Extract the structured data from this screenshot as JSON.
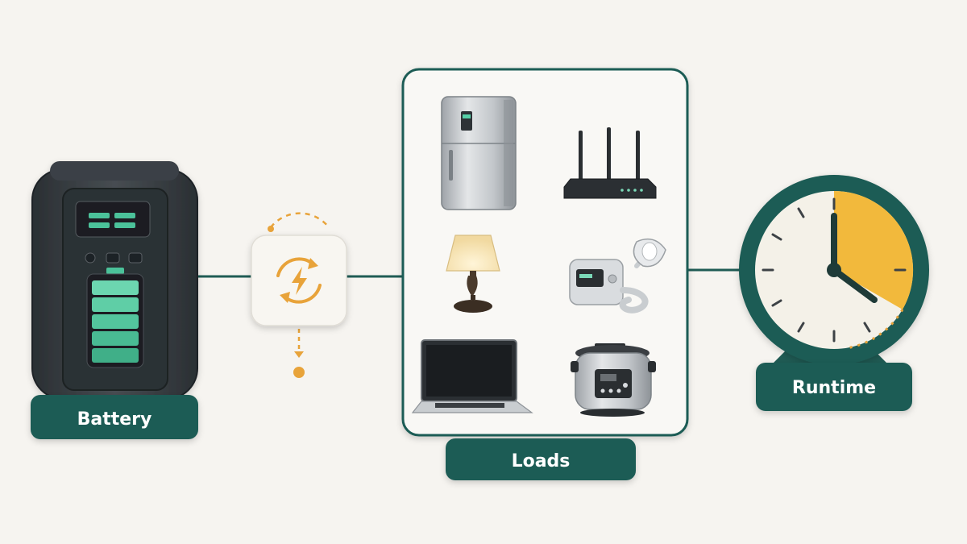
{
  "labels": {
    "battery": "Battery",
    "loads": "Loads",
    "runtime": "Runtime"
  },
  "colors": {
    "teal": "#1f5b54",
    "charge_green": "#4cc29a",
    "accent_orange": "#e8a33a",
    "clock_fill": "#f2b93c",
    "background": "#f6f4f0"
  },
  "icons": {
    "battery": "portable-power-station-icon",
    "converter": "charging-cycle-icon",
    "loads": [
      "refrigerator-icon",
      "wifi-router-icon",
      "table-lamp-icon",
      "cpap-machine-icon",
      "laptop-icon",
      "rice-cooker-icon"
    ],
    "runtime": "clock-icon"
  },
  "battery_charge_segments": 5
}
